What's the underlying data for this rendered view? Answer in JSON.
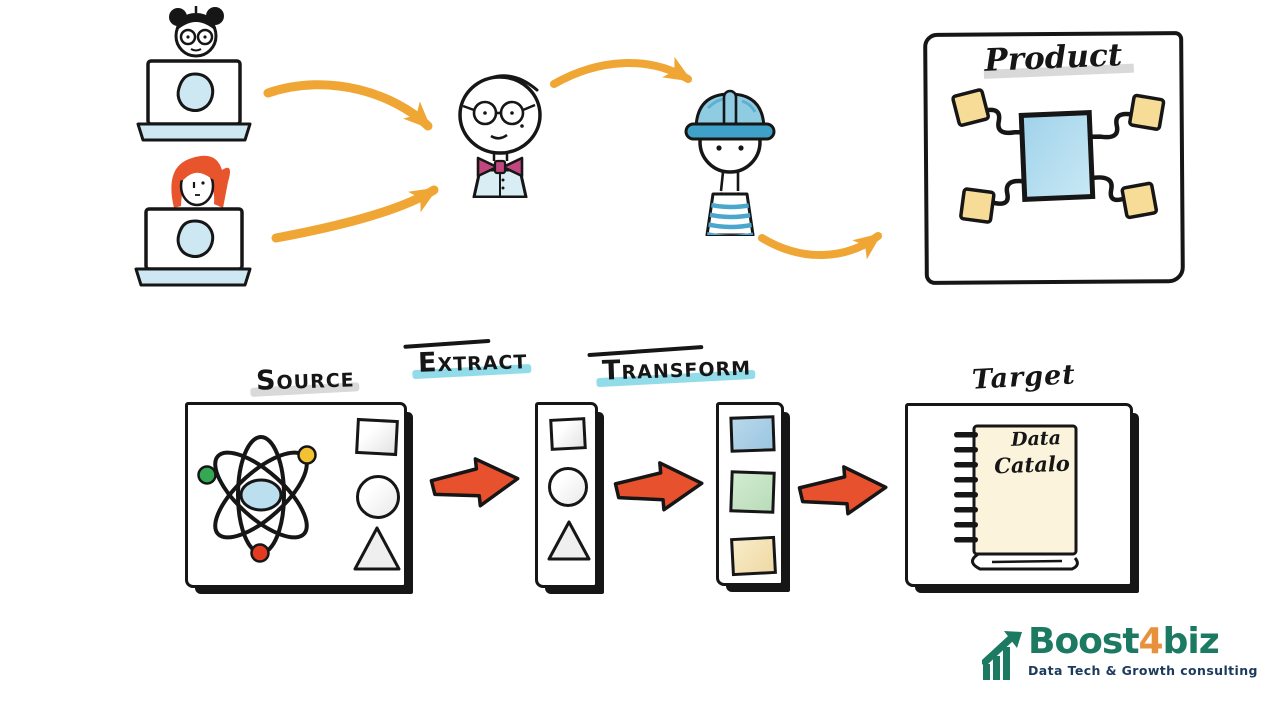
{
  "top_flow": {
    "product_board": {
      "title": "Product"
    }
  },
  "pipeline": {
    "stages": [
      {
        "id": "source",
        "label": "Source"
      },
      {
        "id": "extract",
        "label": "Extract"
      },
      {
        "id": "transform",
        "label": "Transform"
      },
      {
        "id": "target",
        "label": "Target"
      }
    ],
    "notebook": {
      "line1": "Data",
      "line2": "Catalo"
    }
  },
  "logo": {
    "word_boost": "Boost",
    "word_four": "4",
    "word_biz": "biz",
    "tagline": "Data Tech & Growth consulting"
  },
  "icons": {
    "developer-1": "person-with-glasses-at-laptop-icon",
    "developer-2": "person-with-red-hair-at-laptop-icon",
    "analyst": "person-glasses-bowtie-icon",
    "engineer": "person-hard-hat-icon",
    "source": "atom-icon",
    "shapes": [
      "square-icon",
      "circle-icon",
      "triangle-icon"
    ],
    "target": "notebook-icon",
    "logo": "growth-bars-arrow-icon"
  },
  "colors": {
    "flow_arrow_orange": "#F0A634",
    "pipeline_arrow_red": "#E8512D",
    "highlight_cyan": "#92DCEA",
    "highlight_grey": "#D9D9D9",
    "sticky_note_yellow": "#F6DC96",
    "product_panel_blue": "#A5D8EC",
    "transform_blue": "#A9CEE4",
    "transform_green": "#C5E3C7",
    "transform_cream": "#F5E2B2",
    "notebook_cream": "#FCF3DC",
    "logo_green": "#1C7A63",
    "logo_orange": "#E8913C",
    "logo_navy": "#1B3A5C"
  }
}
